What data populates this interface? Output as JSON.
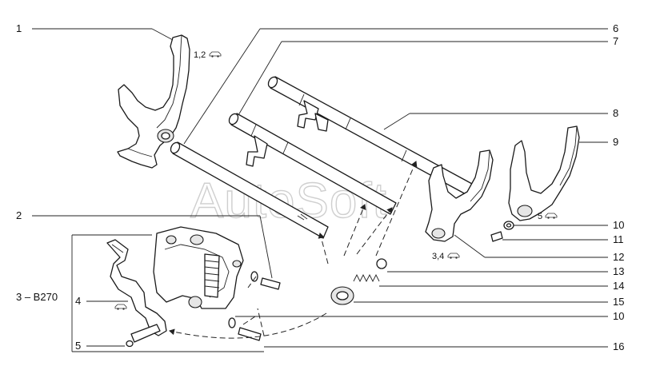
{
  "watermark": "AutoSoft",
  "callouts": {
    "c1": "1",
    "c2": "2",
    "c3": "3 – B270",
    "c4": "4",
    "c5": "5",
    "c6": "6",
    "c7": "7",
    "c8": "8",
    "c9": "9",
    "c10a": "10",
    "c11": "11",
    "c12": "12",
    "c13": "13",
    "c14": "14",
    "c15": "15",
    "c10b": "10",
    "c16": "16"
  },
  "notes": {
    "n12": "1,2",
    "n34": "3,4",
    "n5": "5"
  },
  "icons": [
    "car-icon"
  ]
}
